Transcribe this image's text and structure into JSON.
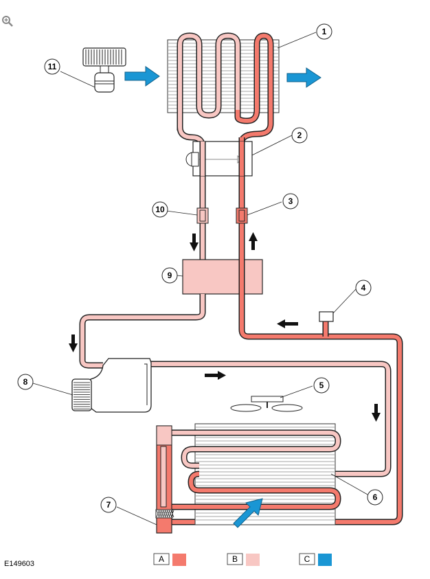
{
  "figure_id": "E149603",
  "callouts": [
    "1",
    "2",
    "3",
    "4",
    "5",
    "6",
    "7",
    "8",
    "9",
    "10",
    "11"
  ],
  "legend": [
    {
      "key": "A",
      "color": "#f47a6d"
    },
    {
      "key": "B",
      "color": "#f8c7c3"
    },
    {
      "key": "C",
      "color": "#1a96d4"
    }
  ],
  "colors": {
    "high_pressure": "#f47a6d",
    "low_pressure": "#f8c7c3",
    "airflow": "#1a96d4",
    "outline": "#222222",
    "arrow": "#111111"
  },
  "icons": [
    "zoom-icon"
  ]
}
